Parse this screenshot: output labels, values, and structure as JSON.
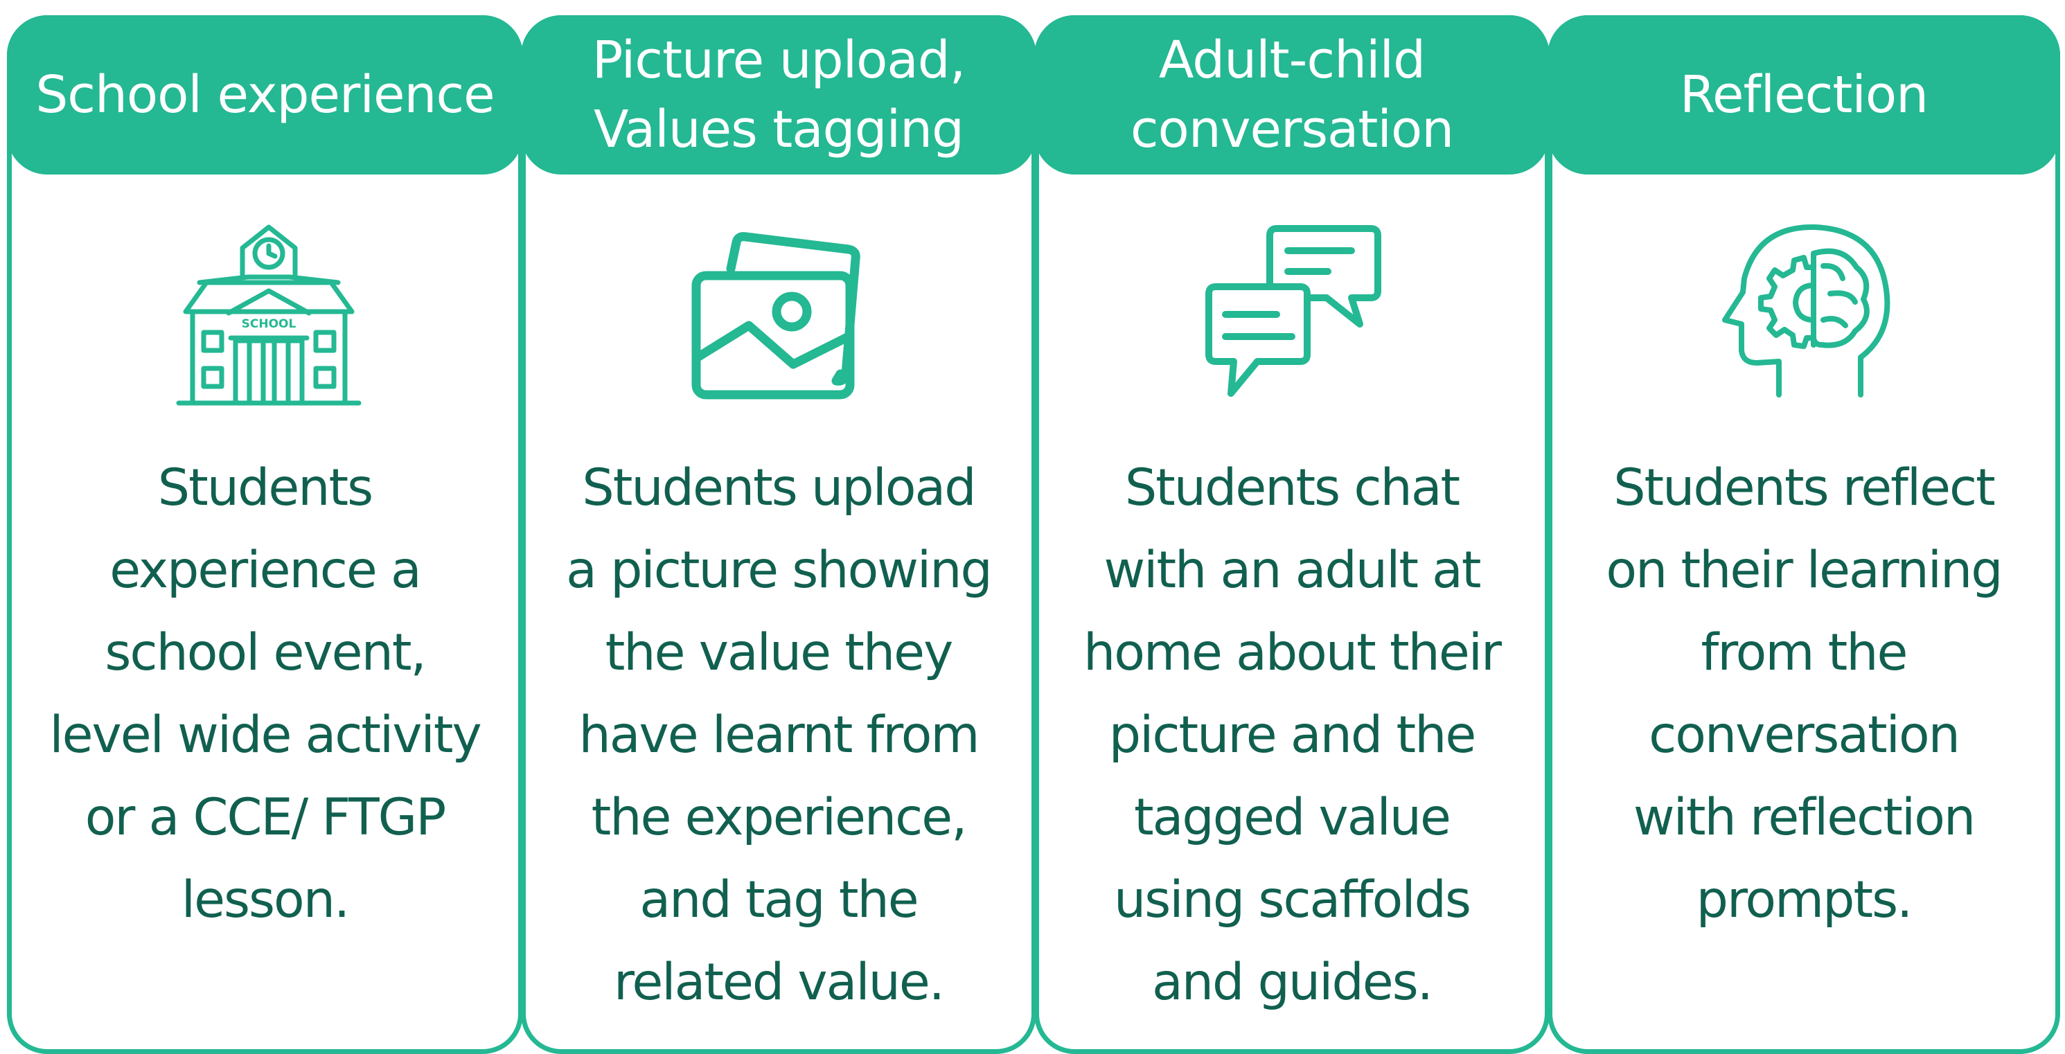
{
  "theme": {
    "accent": "#24b893",
    "text": "#11604f",
    "header_text": "#ffffff",
    "background": "#ffffff"
  },
  "steps": [
    {
      "title": "School experience",
      "icon": "school-building-icon",
      "icon_label": "SCHOOL",
      "description": "Students\nexperience a\nschool event,\nlevel wide activity\nor a CCE/ FTGP\nlesson."
    },
    {
      "title": "Picture upload,\nValues tagging",
      "icon": "photos-icon",
      "description": "Students upload\na picture showing\nthe value they\nhave learnt from\nthe experience,\nand tag the\nrelated value."
    },
    {
      "title": "Adult-child\nconversation",
      "icon": "chat-bubbles-icon",
      "description": "Students chat\nwith an adult at\nhome about their\npicture and the\ntagged value\nusing scaffolds\nand guides."
    },
    {
      "title": "Reflection",
      "icon": "head-brain-gear-icon",
      "description": "Students reflect\non their learning\nfrom the\nconversation\nwith reflection\nprompts."
    }
  ]
}
